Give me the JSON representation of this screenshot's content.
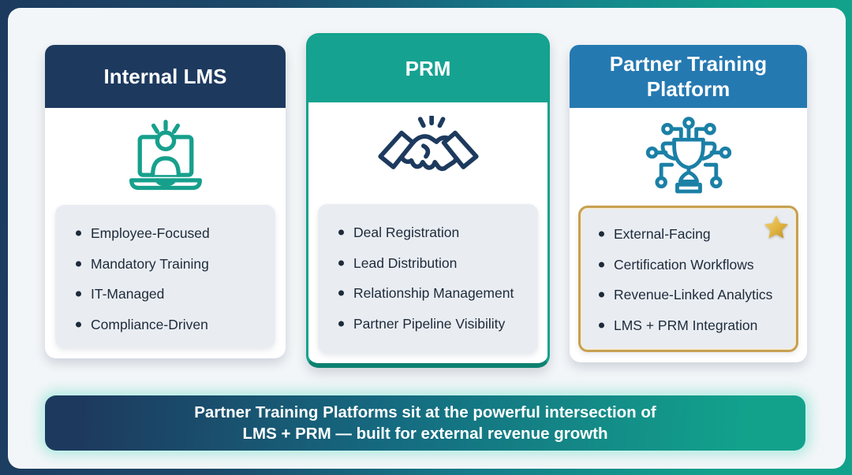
{
  "cards": [
    {
      "title": "Internal LMS",
      "icon": "laptop-user-icon",
      "header_color": "#1d3a5e",
      "items": [
        "Employee-Focused",
        "Mandatory Training",
        "IT-Managed",
        "Compliance-Driven"
      ]
    },
    {
      "title": "PRM",
      "icon": "handshake-icon",
      "header_color": "#16a291",
      "items": [
        "Deal Registration",
        "Lead Distribution",
        "Relationship Management",
        "Partner Pipeline Visibility"
      ]
    },
    {
      "title": "Partner Training Platform",
      "icon": "trophy-network-icon",
      "header_color": "#2579b1",
      "badge_icon": "star-icon",
      "highlight_border_color": "#c7a050",
      "items": [
        "External-Facing",
        "Certification Workflows",
        "Revenue-Linked Analytics",
        "LMS + PRM Integration"
      ]
    }
  ],
  "banner": {
    "line1": "Partner Training Platforms sit at the powerful intersection of",
    "line2": "LMS + PRM — built for external revenue growth"
  },
  "colors": {
    "frame_navy": "#1c3a5e",
    "frame_teal": "#12a28c",
    "panel_bg": "#f3f6f8",
    "list_bg": "#e9edf2",
    "text_dark": "#1e2a3a",
    "gold_border": "#c7a050",
    "star_gold": "#e0b33f",
    "laptop_icon": "#16a08c",
    "handshake_icon": "#1d3a5e",
    "trophy_icon": "#1b80a6",
    "banner_glow": "#c5f0e9"
  }
}
